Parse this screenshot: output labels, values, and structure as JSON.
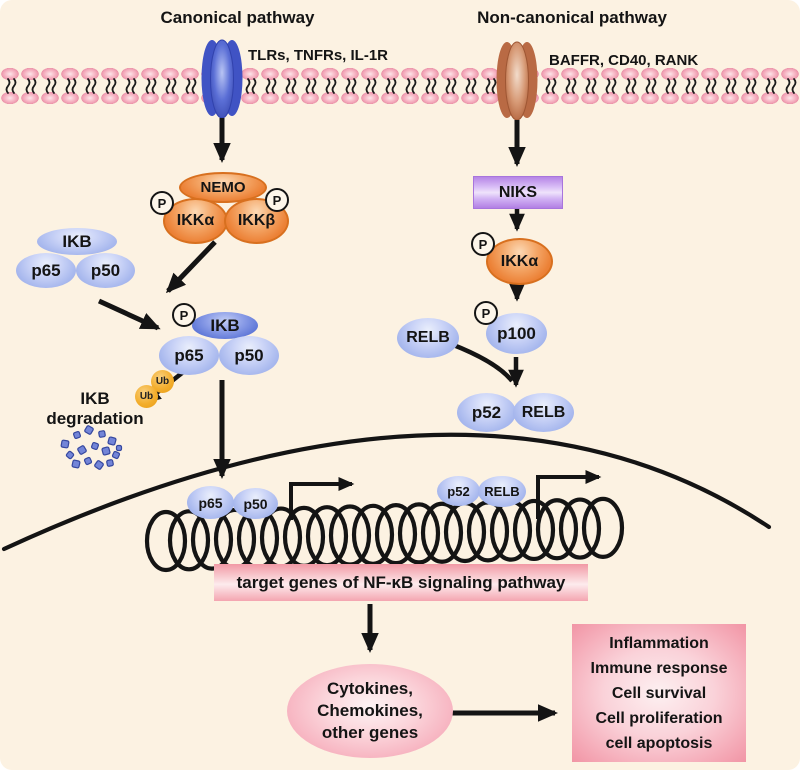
{
  "colors": {
    "background": "#fcf2e2",
    "membrane_pink": "#f3a8ba",
    "receptor_blue": "#4053c4",
    "receptor_tan": "#b96a44",
    "kinase_orange": "#ec8136",
    "protein_blue": "#a9b9ee",
    "ikb_dark_blue": "#5b74d6",
    "niks_purple": "#c9a0ef",
    "ubiquitin_amber": "#f3ae2d",
    "pink_panel": "#f5a0ac",
    "line_black": "#141414"
  },
  "header": {
    "canonical_title": "Canonical pathway",
    "noncanonical_title": "Non-canonical pathway"
  },
  "membrane": {
    "canonical_receptors_label": "TLRs, TNFRs, IL-1R",
    "noncanonical_receptors_label": "BAFFR, CD40, RANK"
  },
  "canonical_pathway": {
    "nemo_label": "NEMO",
    "ikka_label": "IKKα",
    "ikkb_label": "IKKβ",
    "phospho_label": "P",
    "ikb_complex": {
      "ikb_label": "IKB",
      "p65_label": "p65",
      "p50_label": "p50"
    },
    "phospho_complex": {
      "ikb_label": "IKB",
      "p65_label": "p65",
      "p50_label": "p50"
    },
    "ubiquitin_label": "Ub",
    "degradation_line1": "IKB",
    "degradation_line2": "degradation"
  },
  "noncanonical_pathway": {
    "niks_label": "NIKS",
    "phospho_label": "P",
    "ikka_label": "IKKα",
    "p100_label": "p100",
    "relb_label": "RELB",
    "p52_relb_complex": {
      "p52_label": "p52",
      "relb_label": "RELB"
    }
  },
  "nucleus": {
    "p65_label": "p65",
    "p50_label": "p50",
    "p52_label": "p52",
    "relb_label": "RELB",
    "target_genes_label": "target genes of NF-κB signaling pathway"
  },
  "outputs": {
    "cytokines_lines": [
      "Cytokines,",
      "Chemokines,",
      "other genes"
    ],
    "outcomes_lines": [
      "Inflammation",
      "Immune response",
      "Cell survival",
      "Cell proliferation",
      "cell apoptosis"
    ]
  }
}
